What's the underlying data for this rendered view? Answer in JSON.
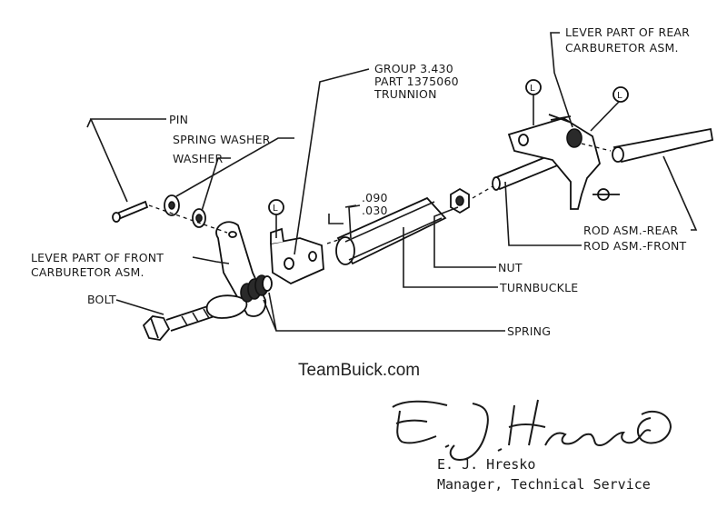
{
  "labels": {
    "pin": "PIN",
    "spring_washer": "SPRING WASHER",
    "washer": "WASHER",
    "group": "GROUP 3.430",
    "part": "PART 1375060",
    "trunnion": "TRUNNION",
    "lever_rear_1": "LEVER PART OF REAR",
    "lever_rear_2": "CARBURETOR ASM.",
    "lever_front_1": "LEVER PART OF FRONT",
    "lever_front_2": "CARBURETOR ASM.",
    "bolt": "BOLT",
    "dim_top": ".090",
    "dim_bottom": ".030",
    "rod_rear": "ROD ASM.-REAR",
    "rod_front": "ROD ASM.-FRONT",
    "nut": "NUT",
    "turnbuckle": "TURNBUCKLE",
    "spring": "SPRING",
    "lube_mark": "L"
  },
  "watermark": "TeamBuick.com",
  "signature": {
    "script": "E. J. Hresko",
    "name": "E. J. Hresko",
    "title": "Manager, Technical Service"
  }
}
